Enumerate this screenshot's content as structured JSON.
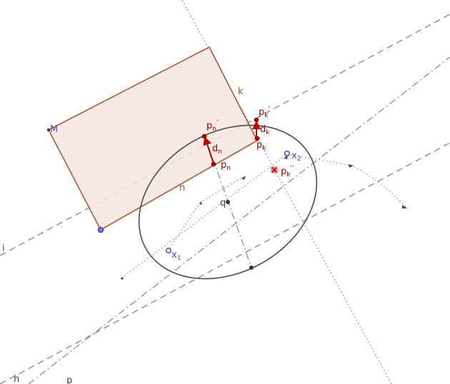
{
  "colors": {
    "polygon_fill": "#f5e6e1",
    "polygon_stroke": "#a95c3a",
    "ellipse_stroke": "#555555",
    "dashed_line": "#888888",
    "dotted_line": "#999999",
    "red_point": "#a00000",
    "red_vector": "#c00000",
    "blue_point": "#6c6cf0",
    "dark_point": "#333333",
    "highlight": "#ff8080"
  },
  "labels": {
    "M": "M",
    "k": "k",
    "n": "n",
    "i": "i",
    "h": "h",
    "p": "p",
    "q": "q",
    "pn_prime": {
      "base": "p",
      "sub": "n",
      "sup": "'"
    },
    "pk_prime": {
      "base": "p",
      "sub": "k",
      "sup": "'"
    },
    "pk": {
      "base": "p",
      "sub": "k"
    },
    "pn": {
      "base": "p",
      "sub": "n"
    },
    "dn": {
      "base": "d",
      "sub": "n"
    },
    "dk": {
      "base": "d",
      "sub": "k"
    },
    "x1": {
      "base": "x",
      "sub": "1"
    },
    "x2": {
      "base": "x",
      "sub": "2"
    },
    "pk_double_prime": {
      "base": "p",
      "sub": "k",
      "sup": "''"
    }
  }
}
